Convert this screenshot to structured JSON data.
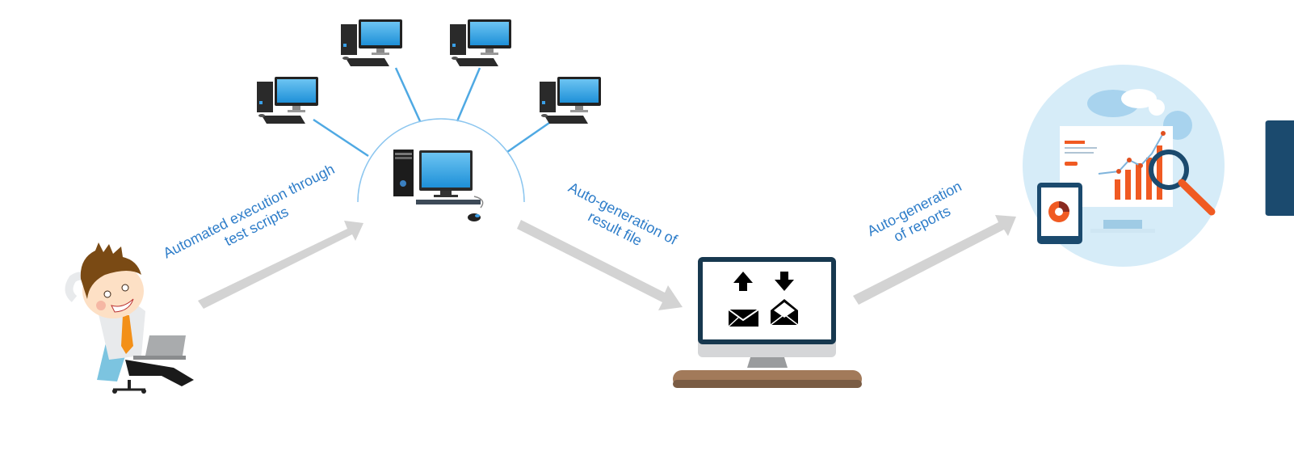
{
  "diagram": {
    "title": "Test automation workflow",
    "nodes": [
      {
        "id": "tester",
        "label": "Relaxed tester with laptop",
        "icon": "person-laptop-icon"
      },
      {
        "id": "server",
        "label": "Central execution machine",
        "icon": "desktop-computer-icon"
      },
      {
        "id": "clients",
        "label": "Networked client machines",
        "icon": "desktop-computer-icon",
        "count": 4
      },
      {
        "id": "mail",
        "label": "Result file / mail monitor",
        "icon": "monitor-mail-icon"
      },
      {
        "id": "reports",
        "label": "Analytics reports",
        "icon": "report-dashboard-icon"
      }
    ],
    "edges": [
      {
        "from": "tester",
        "to": "server",
        "line1": "Automated execution through",
        "line2": "test scripts"
      },
      {
        "from": "server",
        "to": "mail",
        "line1": "Auto-generation of",
        "line2": "result file"
      },
      {
        "from": "mail",
        "to": "reports",
        "line1": "Auto-generation",
        "line2": "of reports"
      }
    ],
    "colors": {
      "label": "#2e7dc9",
      "arrow": "#d2d2d2",
      "link": "#4fa9e3",
      "screen": "#1a3a50",
      "accent": "#f05a22"
    }
  }
}
